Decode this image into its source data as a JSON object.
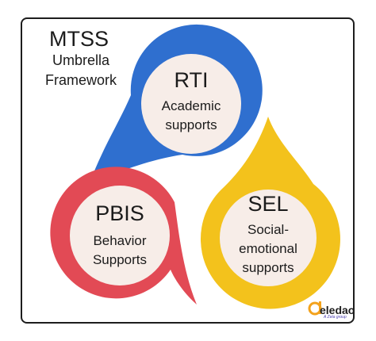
{
  "title": {
    "line1": "MTSS",
    "line2": "Umbrella",
    "line3": "Framework"
  },
  "nodes": [
    {
      "name": "RTI",
      "desc_line1": "Academic",
      "desc_line2": "supports",
      "color": "#2f6fcf"
    },
    {
      "name": "SEL",
      "desc_line1": "Social-",
      "desc_line2": "emotional",
      "desc_line3": "supports",
      "color": "#f3c21c"
    },
    {
      "name": "PBIS",
      "desc_line1": "Behavior",
      "desc_line2": "Supports",
      "color": "#e24a55"
    }
  ],
  "inner_fill": "#f7ede8",
  "logo": {
    "text": "eledao",
    "tagline": "A Zeta group",
    "color": "#f3a21c"
  }
}
